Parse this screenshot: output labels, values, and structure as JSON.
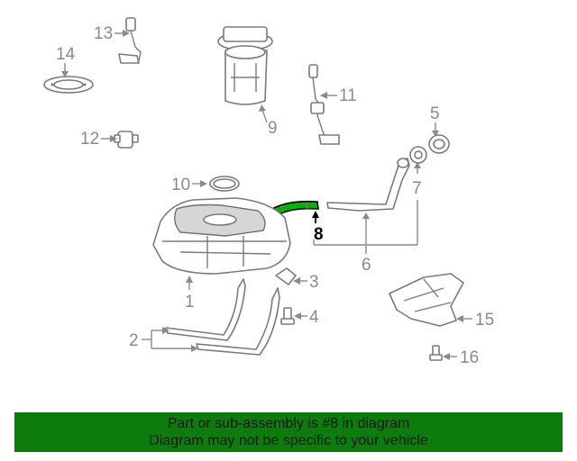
{
  "callouts": {
    "c1": "1",
    "c2": "2",
    "c3": "3",
    "c4": "4",
    "c5": "5",
    "c6": "6",
    "c7": "7",
    "c8": "8",
    "c9": "9",
    "c10": "10",
    "c11": "11",
    "c12": "12",
    "c13": "13",
    "c14": "14",
    "c15": "15",
    "c16": "16"
  },
  "highlighted_part": "8",
  "colors": {
    "highlight": "#00b400",
    "banner": "#0c7d0c",
    "line_art": "#7a7a7a"
  },
  "banner": {
    "line1": "Part or sub-assembly is #8 in diagram",
    "line2": "Diagram may not be specific to your vehicle"
  }
}
